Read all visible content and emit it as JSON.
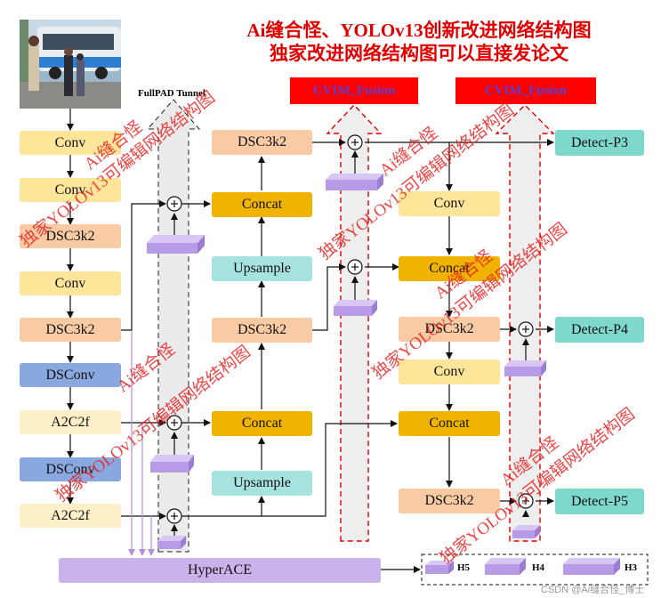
{
  "title": {
    "line1": "Ai缝合怪、YOLOv13创新改进网络结构图",
    "line2": "独家改进网络结构图可以直接发论文"
  },
  "fullpad_label": "FullPAD Tunnel",
  "cvim_labels": [
    "CVIM_Fusion",
    "CVIM_Fusion"
  ],
  "backbone": [
    "Conv",
    "Conv",
    "DSC3k2",
    "Conv",
    "DSC3k2",
    "DSConv",
    "A2C2f",
    "DSConv",
    "A2C2f"
  ],
  "neck_left": [
    "DSC3k2",
    "Concat",
    "Upsample",
    "DSC3k2",
    "Concat",
    "Upsample"
  ],
  "neck_right": [
    "Conv",
    "Concat",
    "DSC3k2",
    "Conv",
    "Concat",
    "DSC3k2"
  ],
  "detect": [
    "Detect-P3",
    "Detect-P4",
    "Detect-P5"
  ],
  "hyperace_label": "HyperACE",
  "legend": [
    "H5",
    "H4",
    "H3"
  ],
  "watermark": {
    "short": "Ai缝合怪",
    "long": "独家YOLOv13可编辑网络结构图"
  },
  "credit": "CSDN @Ai缝合怪_博士",
  "colors": {
    "conv": "#fde59a",
    "dsc3k2": "#f8cba4",
    "dsconv": "#8aa8e0",
    "a2c2f": "#fdf0c8",
    "concat": "#f0b400",
    "upsample": "#a7e3de",
    "detect": "#7ed8cb",
    "hyperace": "#c9b3ea",
    "slab": "#b89be6",
    "title": "#e00000"
  }
}
